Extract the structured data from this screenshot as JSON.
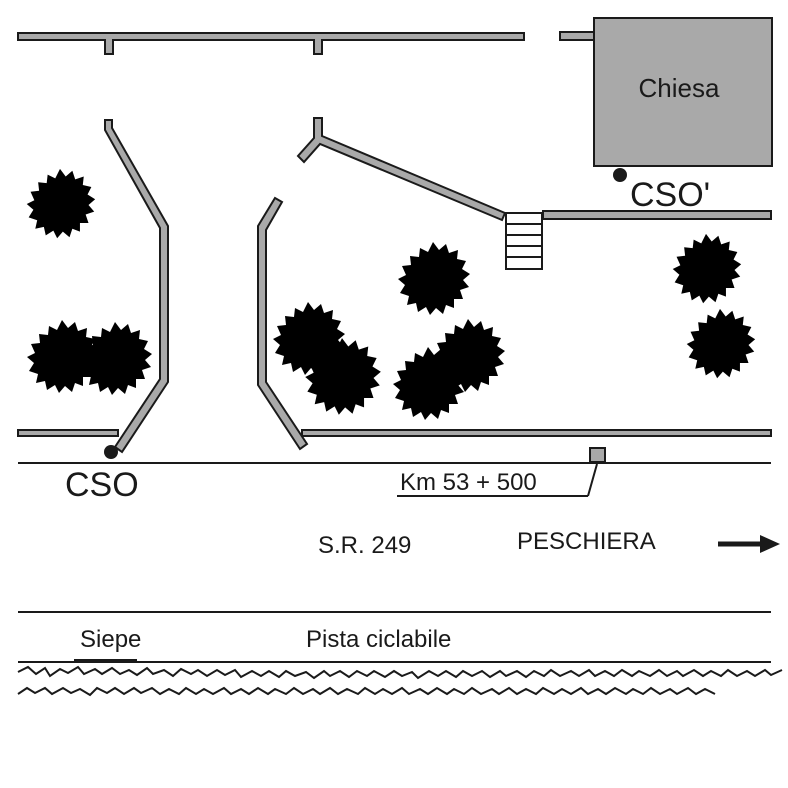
{
  "labels": {
    "church": "Chiesa",
    "cso": "CSO",
    "cso_prime": "CSO'",
    "km_marker": "Km 53 + 500",
    "road": "S.R. 249",
    "direction": "PESCHIERA",
    "hedge": "Siepe",
    "bike_path": "Pista ciclabile"
  },
  "colors": {
    "wall_fill": "#a9a9a9",
    "church_fill": "#a9a9a9",
    "outline": "#1a1a1a",
    "tree": "#4db34d"
  },
  "icons": {
    "direction": "arrow-right-icon",
    "outfall": "dot-icon"
  }
}
